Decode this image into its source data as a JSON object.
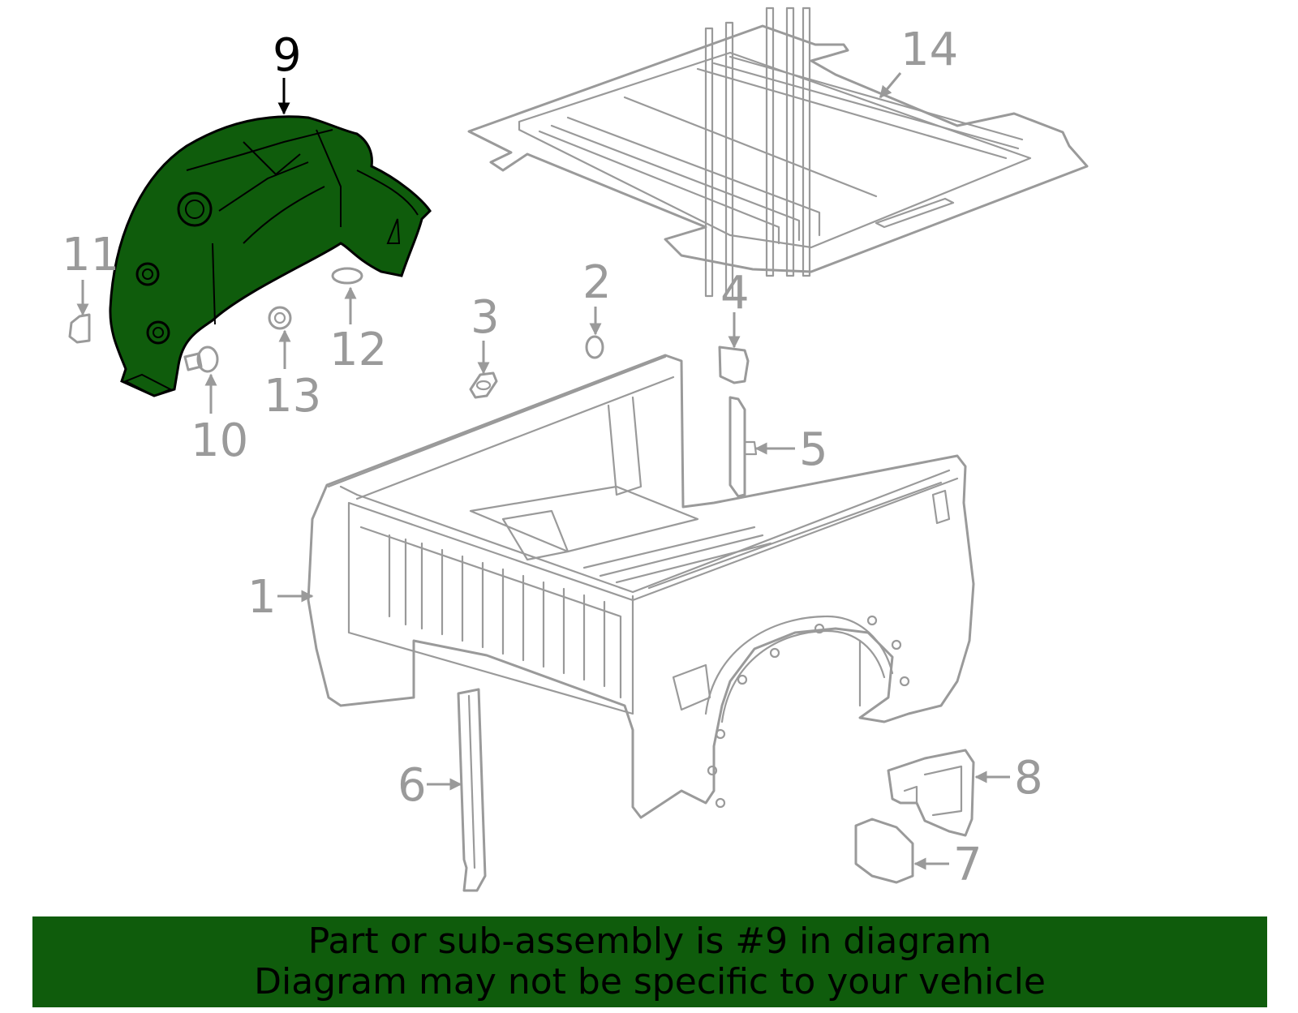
{
  "highlight_color": "#0f5c0c",
  "callouts": [
    {
      "id": "1",
      "label": "1"
    },
    {
      "id": "2",
      "label": "2"
    },
    {
      "id": "3",
      "label": "3"
    },
    {
      "id": "4",
      "label": "4"
    },
    {
      "id": "5",
      "label": "5"
    },
    {
      "id": "6",
      "label": "6"
    },
    {
      "id": "7",
      "label": "7"
    },
    {
      "id": "8",
      "label": "8"
    },
    {
      "id": "9",
      "label": "9",
      "highlighted": true
    },
    {
      "id": "10",
      "label": "10"
    },
    {
      "id": "11",
      "label": "11"
    },
    {
      "id": "12",
      "label": "12"
    },
    {
      "id": "13",
      "label": "13"
    },
    {
      "id": "14",
      "label": "14"
    }
  ],
  "footer": {
    "line1": "Part or sub-assembly is #9 in diagram",
    "line2": "Diagram may not be specific to your vehicle"
  }
}
